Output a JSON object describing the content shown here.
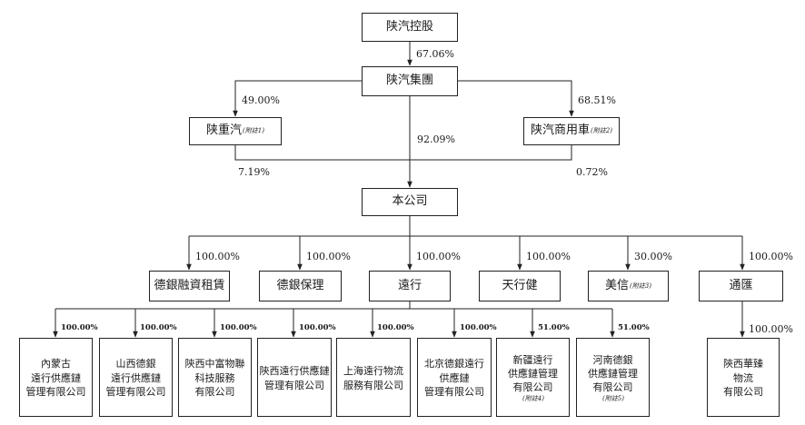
{
  "nodes": {
    "shaanxi_holding": "陕汽控股",
    "shaanxi_group": "陕汽集團",
    "shaanxi_heavy": "陕重汽",
    "shaanxi_heavy_note": "(附註1)",
    "shaanxi_commercial": "陕汽商用車",
    "shaanxi_commercial_note": "(附註2)",
    "company": "本公司",
    "dejin_leasing": "德銀融資租賃",
    "dejin_factoring": "德銀保理",
    "yuanxing": "遠行",
    "tianxingjian": "天行健",
    "meixin": "美信",
    "meixin_note": "(附註3)",
    "tonghui": "通匯"
  },
  "leaves": [
    {
      "lines": [
        "內蒙古",
        "遠行供應鏈",
        "管理有限公司"
      ]
    },
    {
      "lines": [
        "山西德銀",
        "遠行供應鏈",
        "管理有限公司"
      ]
    },
    {
      "lines": [
        "陝西中富物聯",
        "科技服務",
        "有限公司"
      ]
    },
    {
      "lines": [
        "陝西遠行供應鏈",
        "管理有限公司"
      ]
    },
    {
      "lines": [
        "上海遠行物流",
        "服務有限公司"
      ]
    },
    {
      "lines": [
        "北京德銀遠行",
        "供應鏈",
        "管理有限公司"
      ]
    },
    {
      "lines": [
        "新疆遠行",
        "供應鏈管理",
        "有限公司"
      ],
      "note": "(附註4)"
    },
    {
      "lines": [
        "河南德銀",
        "供應鏈管理",
        "有限公司"
      ],
      "note": "(附註5)"
    },
    {
      "lines": [
        "陝西華臻",
        "物流",
        "有限公司"
      ]
    }
  ],
  "percentages": {
    "holding_to_group": "67.06%",
    "group_to_heavy": "49.00%",
    "group_to_commercial": "68.51%",
    "group_to_company": "92.09%",
    "heavy_to_company": "7.19%",
    "commercial_to_company": "0.72%",
    "company_to_leasing": "100.00%",
    "company_to_factoring": "100.00%",
    "company_to_yuanxing": "100.00%",
    "company_to_tianxingjian": "100.00%",
    "company_to_meixin": "30.00%",
    "company_to_tonghui": "100.00%",
    "yuanxing_to_leaves": [
      "100.00%",
      "100.00%",
      "100.00%",
      "100.00%",
      "100.00%",
      "100.00%",
      "51.00%",
      "51.00%"
    ],
    "tonghui_to_huazhen": "100.00%"
  }
}
